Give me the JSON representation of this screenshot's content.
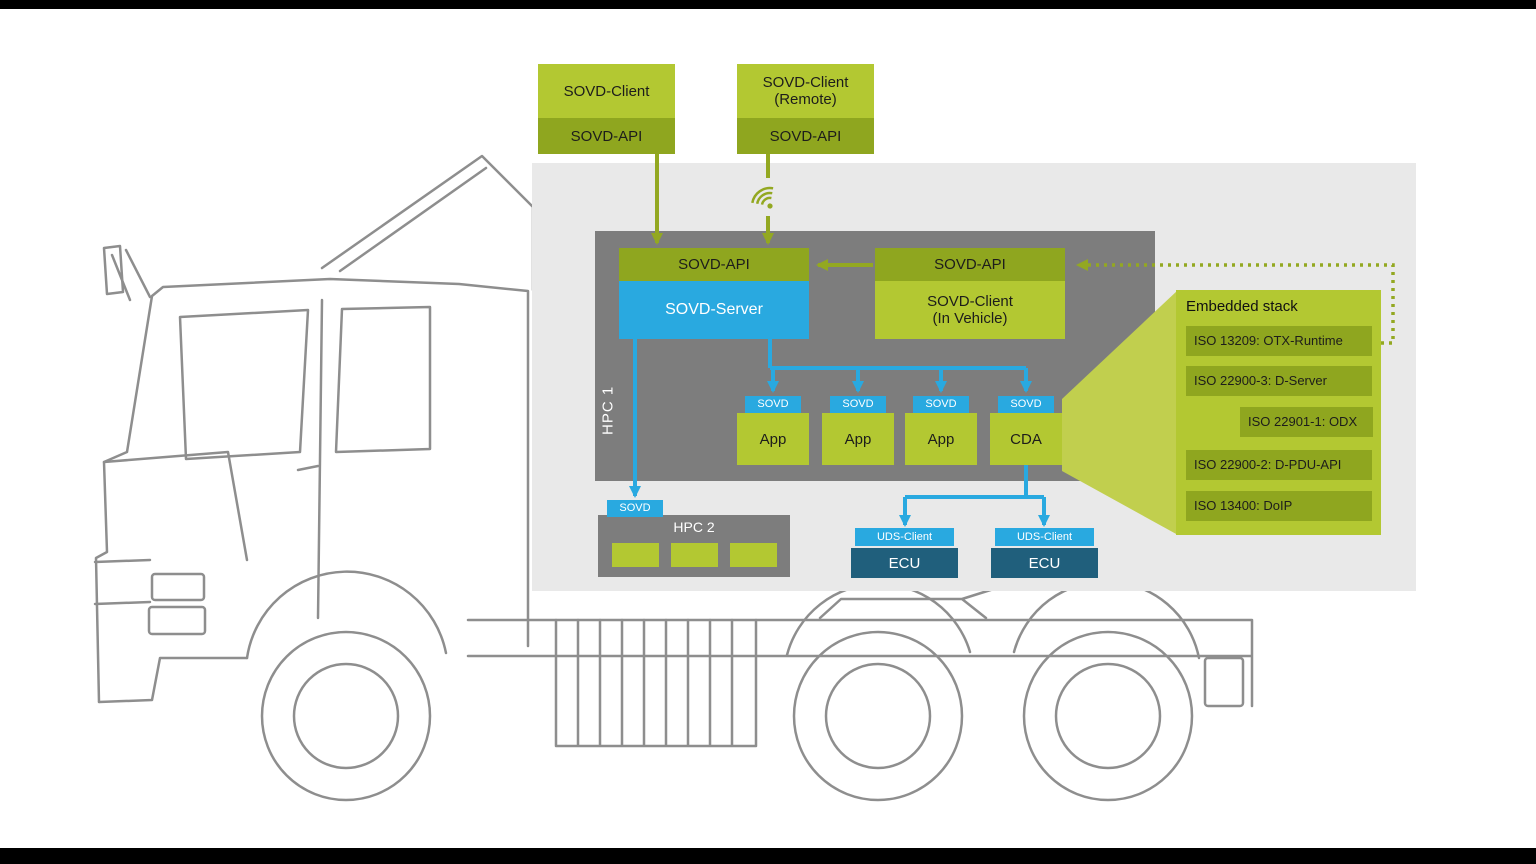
{
  "clients": [
    {
      "title": "SOVD-Client",
      "api": "SOVD-API"
    },
    {
      "title": "SOVD-Client\n(Remote)",
      "api": "SOVD-API"
    }
  ],
  "hpc1": {
    "label": "HPC 1",
    "api_left": "SOVD-API",
    "server": "SOVD-Server",
    "api_right": "SOVD-API",
    "client_in_vehicle": "SOVD-Client\n(In Vehicle)",
    "apps": [
      {
        "tag": "SOVD",
        "label": "App"
      },
      {
        "tag": "SOVD",
        "label": "App"
      },
      {
        "tag": "SOVD",
        "label": "App"
      },
      {
        "tag": "SOVD",
        "label": "CDA"
      }
    ]
  },
  "hpc2": {
    "tag": "SOVD",
    "label": "HPC 2"
  },
  "ecus": [
    {
      "tag": "UDS-Client",
      "label": "ECU"
    },
    {
      "tag": "UDS-Client",
      "label": "ECU"
    }
  ],
  "embedded_stack": {
    "title": "Embedded stack",
    "items": [
      {
        "label": "ISO 13209: OTX-Runtime"
      },
      {
        "label": "ISO 22900-3: D-Server"
      },
      {
        "label": "ISO 22901-1: ODX"
      },
      {
        "label": "ISO 22900-2: D-PDU-API"
      },
      {
        "label": "ISO 13400: DoIP"
      }
    ]
  },
  "colors": {
    "green_light": "#b3c832",
    "green_dark": "#8fa61f",
    "funnel_green": "#c1cf4e",
    "accent_blue": "#29a9e0",
    "ecu_teal": "#205f7c",
    "panel_gray": "#e9e9e9",
    "box_gray": "#7d7d7d",
    "truck_outline_gray": "#8e8e8e"
  }
}
